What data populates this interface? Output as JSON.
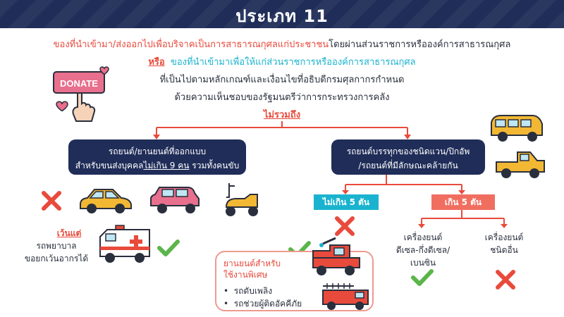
{
  "header": {
    "title": "ประเภท 11"
  },
  "intro": {
    "line1_red": "ของที่นำเข้ามา/ส่งออกไปเพื่อบริจาคเป็นการสาธารณกุศลแก่ประชาชน",
    "line1_dark": "โดยผ่านส่วนราชการหรือองค์การสาธารณกุศล",
    "or_label": "หรือ",
    "line2_cyan": "ของที่นำเข้ามาเพื่อให้แก่ส่วนราชการหรือองค์การสาธารณกุศล",
    "line3": "ที่เป็นไปตามหลักเกณฑ์และเงื่อนไขที่อธิบดีกรมศุลกากรกำหนด",
    "line4": "ด้วยความเห็นชอบของรัฐมนตรีว่าการกระทรวงการคลัง",
    "exclude": "ไม่รวมถึง"
  },
  "donate_sign": "DONATE",
  "left_box": {
    "line1": "รถยนต์/ยานยนต์ที่ออกแบบ",
    "line2_pre": "สำหรับขนส่งบุคคล",
    "line2_emph": "ไม่เกิน 9 คน",
    "line2_post": " รวมทั้งคนขับ"
  },
  "right_box": {
    "line1": "รถยนต์บรรทุกของชนิดแวน/ปิกอัพ",
    "line2": "/รถยนต์ที่มีลักษณะคล้ายกัน"
  },
  "exception": {
    "label": "เว้นแต่",
    "line1": "รถพยาบาล",
    "line2": "ขอยกเว้นอากรได้"
  },
  "special": {
    "title": "ยานยนต์สำหรับใช้งานพิเศษ",
    "items": [
      "รถดับเพลิง",
      "รถช่วยผู้ติดอัคคีภัย"
    ]
  },
  "branches": {
    "under5": "ไม่เกิน 5 ตัน",
    "over5": "เกิน 5 ตัน"
  },
  "engines": {
    "diesel_line1": "เครื่องยนต์",
    "diesel_line2": "ดีเซล-กึ่งดีเซล/เบนซิน",
    "other_line1": "เครื่องยนต์",
    "other_line2": "ชนิดอื่น"
  },
  "colors": {
    "navy": "#1f2d58",
    "red": "#e84a3c",
    "cyan": "#1ab3cf",
    "salmon": "#f06e60",
    "green": "#5bb54a",
    "yellow": "#f2b834",
    "pink": "#e86f8d"
  }
}
